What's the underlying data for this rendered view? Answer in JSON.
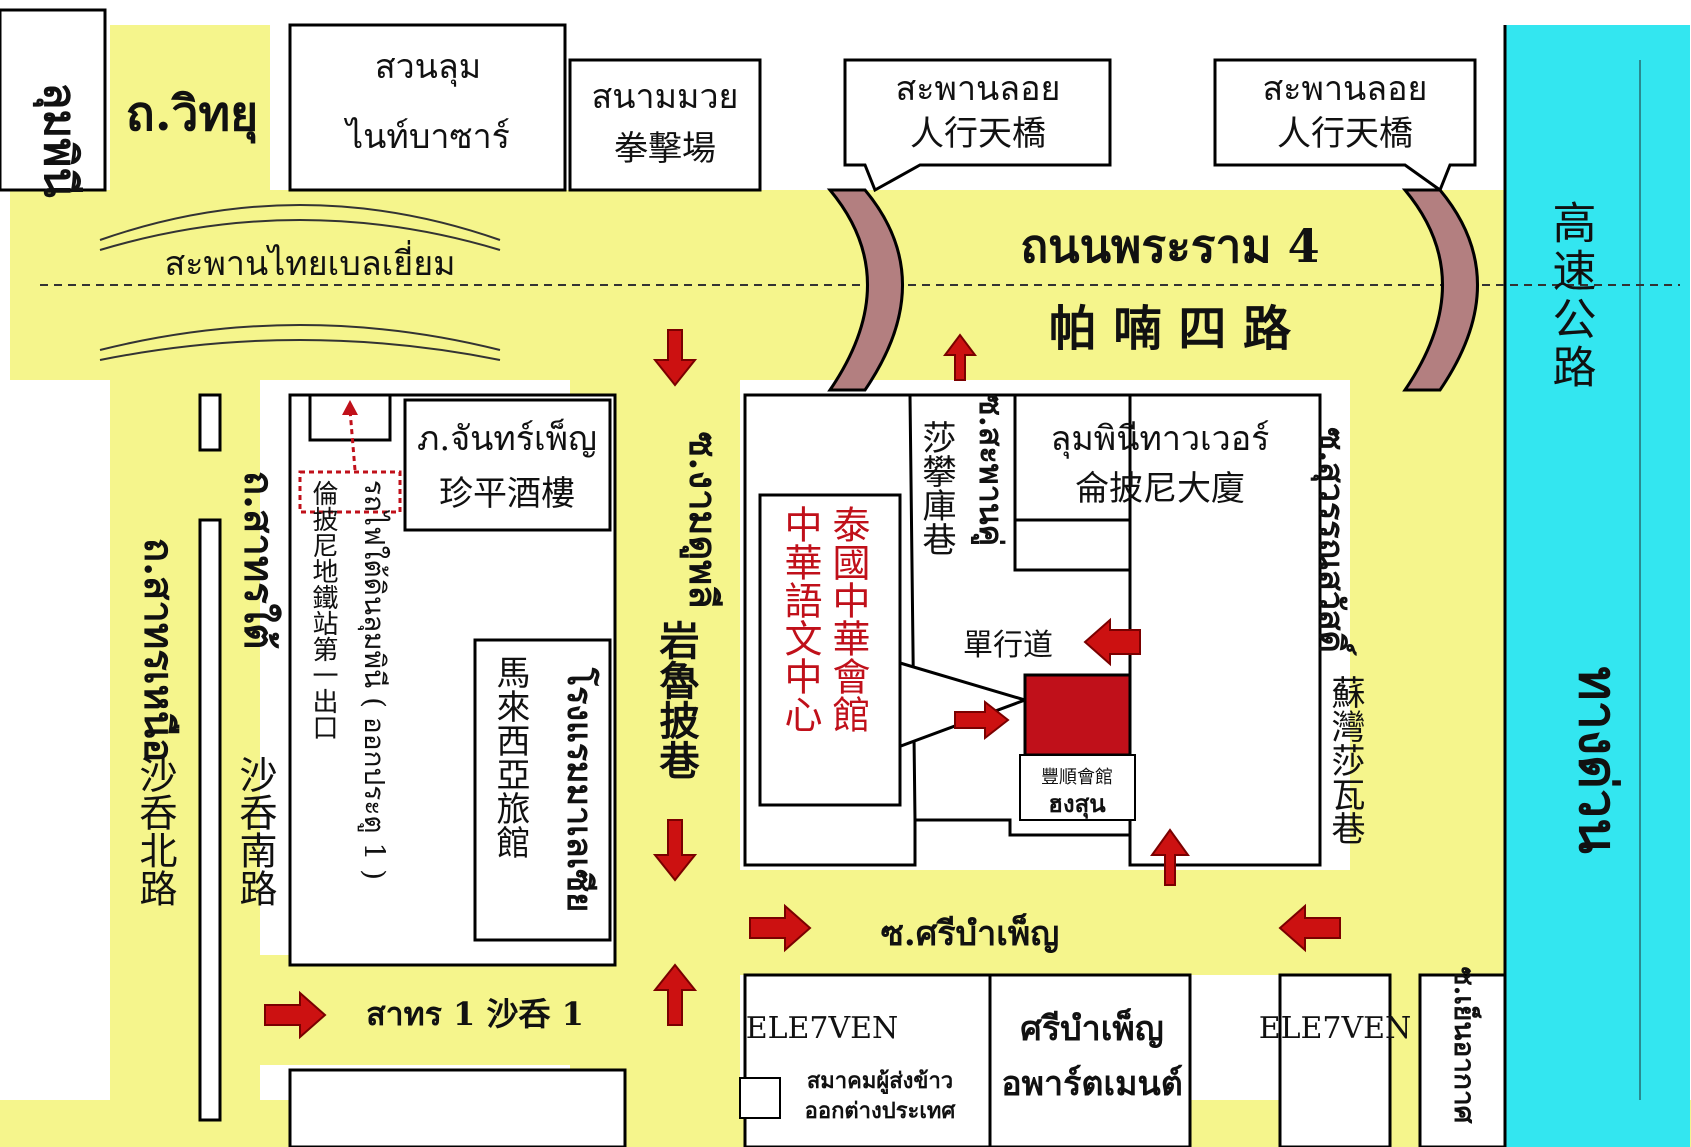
{
  "map": {
    "top_left_road": "ถ.วิทยุ",
    "far_left_vertical": "ลุมพินี",
    "park": {
      "th": "สวนลุม",
      "th2": "ไนท์บาซาร์"
    },
    "boxing": {
      "th": "สนามมวย",
      "zh": "拳擊場"
    },
    "footbridge1": {
      "th": "สะพานลอย",
      "zh": "人行天橋"
    },
    "footbridge2": {
      "th": "สะพานลอย",
      "zh": "人行天橋"
    },
    "flyover": "สะพานไทยเบลเยี่ยม",
    "rama4": {
      "th": "ถนนพระราม 4",
      "zh": "帕 喃 四 路"
    },
    "expressway": {
      "zh": "高速公路",
      "th": "ทางด่วน"
    },
    "sathorn_north": {
      "th": "ถ.สาทรเหนือ",
      "zh": "沙呑北路"
    },
    "sathorn_south": {
      "th": "ถ.สาทรใต้",
      "zh": "沙呑南路"
    },
    "restaurant": {
      "th": "ภ.จันทร์เพ็ญ",
      "zh": "珍平酒樓"
    },
    "mrt": {
      "th": "รถไฟใต้ดินลุมพินี ( ออกประตู 1 )",
      "zh": "倫披尼地鐵站第一出口"
    },
    "hotel": {
      "th": "โรงแรมมาเลเซีย",
      "zh": "馬來西亞旅館"
    },
    "soi_ngam": {
      "th": "ซ.งามดูพลี",
      "zh": "岩魯披巷"
    },
    "soi_saphan": {
      "th": "ซ.สะพานคู่",
      "zh": "莎攀庫巷"
    },
    "lumpini_tower": {
      "th": "ลุมพินีทาวเวอร์",
      "zh": "侖披尼大廈"
    },
    "soi_suan": {
      "th": "ซ.สุวรรณสวัสดิ์",
      "zh": "蘇灣莎瓦巷"
    },
    "association": {
      "col1": "泰國中華會館",
      "col2": "中華語文中心"
    },
    "one_way": "單行道",
    "hongsoon": {
      "zh": "豐順會館",
      "th": "ฮงสุน"
    },
    "soi_sribumphen": "ซ.ศรีบำเพ็ญ",
    "sathorn1": "สาทร 1  沙呑 1",
    "seven_eleven_1": "ELE7VEN",
    "seven_eleven_2": "ELE7VEN",
    "apartment": {
      "th": "ศรีบำเพ็ญ",
      "th2": "อพาร์ตเมนต์"
    },
    "rice_assoc": {
      "th": "สมาคมผู้ส่งข้าว",
      "th2": "ออกต่างประเทศ"
    },
    "soi_yen": "ซ.เย็นอากาศ"
  },
  "colors": {
    "road": "#f5f58c",
    "expressway": "#33e6f0",
    "bridge": "#b37f80",
    "accent": "#c0101a"
  }
}
